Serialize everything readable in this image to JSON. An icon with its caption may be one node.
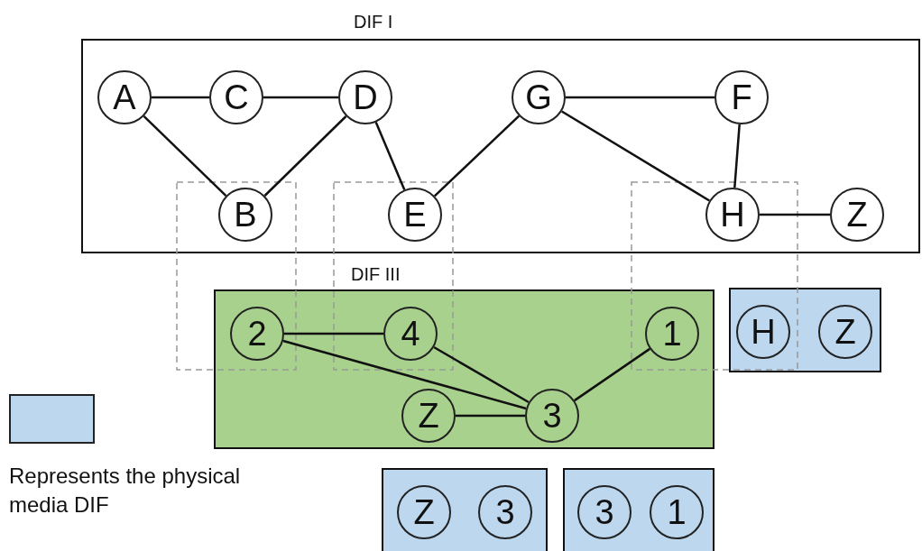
{
  "diagram": {
    "nodes": [
      {
        "text": [
          "DIF I"
        ]
      },
      {
        "text": [
          "A"
        ],
        "in": 0
      },
      {
        "text": [
          "C"
        ],
        "in": 0
      },
      {
        "text": [
          "D"
        ],
        "in": 0
      },
      {
        "text": [
          "G"
        ],
        "in": 0
      },
      {
        "text": [
          "F"
        ],
        "in": 0
      },
      {
        "text": [
          "B"
        ],
        "in": 0
      },
      {
        "text": [
          "E"
        ],
        "in": 0
      },
      {
        "text": [
          "H"
        ],
        "in": 0
      },
      {
        "text": [
          "Z"
        ],
        "in": 0
      },
      {
        "text": [
          "DIF III"
        ]
      },
      {
        "text": [
          "2"
        ],
        "in": 10
      },
      {
        "text": [
          "4"
        ],
        "in": 10
      },
      {
        "text": [
          "1"
        ],
        "in": 10
      },
      {
        "text": [
          "Z"
        ],
        "in": 10
      },
      {
        "text": [
          "3"
        ],
        "in": 10
      },
      {
        "text": [],
        "shape": "box"
      },
      {
        "text": [
          "H"
        ],
        "in": 16
      },
      {
        "text": [
          "Z"
        ],
        "in": 16
      },
      {
        "text": [],
        "shape": "box"
      },
      {
        "text": [
          "Z"
        ],
        "in": 19
      },
      {
        "text": [
          "3"
        ],
        "in": 19
      },
      {
        "text": [],
        "shape": "box"
      },
      {
        "text": [
          "3"
        ],
        "in": 22
      },
      {
        "text": [
          "1"
        ],
        "in": 22
      }
    ],
    "edges": [
      {
        "from": 1,
        "to": 2,
        "arrow": "none"
      },
      {
        "from": 2,
        "to": 3,
        "arrow": "none"
      },
      {
        "from": 1,
        "to": 6,
        "arrow": "none"
      },
      {
        "from": 3,
        "to": 6,
        "arrow": "none"
      },
      {
        "from": 3,
        "to": 7,
        "arrow": "none"
      },
      {
        "from": 7,
        "to": 4,
        "arrow": "none"
      },
      {
        "from": 4,
        "to": 5,
        "arrow": "none"
      },
      {
        "from": 4,
        "to": 8,
        "arrow": "none"
      },
      {
        "from": 5,
        "to": 8,
        "arrow": "none"
      },
      {
        "from": 8,
        "to": 9,
        "arrow": "none"
      },
      {
        "from": 11,
        "to": 12,
        "arrow": "none"
      },
      {
        "from": 11,
        "to": 15,
        "arrow": "none"
      },
      {
        "from": 12,
        "to": 15,
        "arrow": "none"
      },
      {
        "from": 13,
        "to": 15,
        "arrow": "none"
      },
      {
        "from": 14,
        "to": 15,
        "arrow": "none"
      }
    ],
    "legend": [
      {
        "text": "Represents the physical media DIF",
        "color": "#bdd7ee"
      }
    ]
  }
}
